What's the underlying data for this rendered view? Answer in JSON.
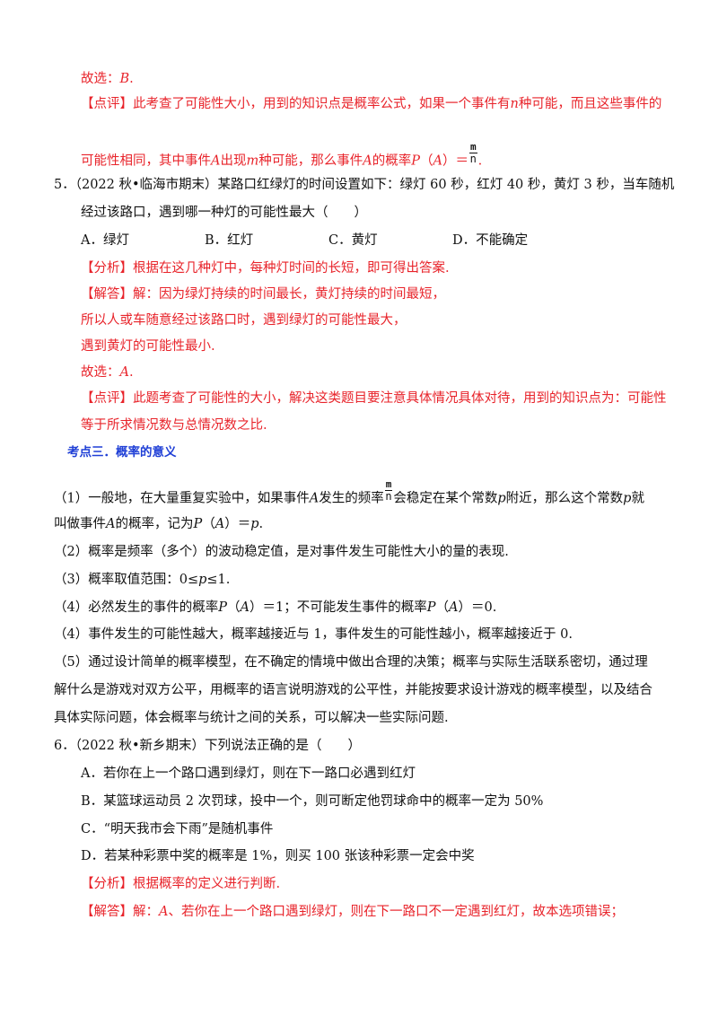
{
  "q4": {
    "answer_prefix": "故选：",
    "answer_letter": "B",
    "answer_end": ".",
    "comment_tag": "【点评】",
    "comment_l1_a": "此考查了可能性大小，用到的知识点是概率公式，如果一个事件有",
    "comment_l1_n": "n",
    "comment_l1_b": "种可能，而且这些事件的",
    "comment_l2_a": "可能性相同，其中事件",
    "comment_l2_A1": "A",
    "comment_l2_b": "出现",
    "comment_l2_m": "m",
    "comment_l2_c": "种可能，那么事件",
    "comment_l2_A2": "A",
    "comment_l2_d": "的概率",
    "comment_l2_P": "P",
    "comment_l2_e": "（",
    "comment_l2_A3": "A",
    "comment_l2_f": "）＝",
    "frac_num": "m",
    "frac_den": "n",
    "comment_l2_end": "."
  },
  "q5": {
    "l1": "5．（2022 秋•临海市期末）某路口红绿灯的时间设置如下：绿灯 60 秒，红灯 40 秒，黄灯 3 秒，当车随机",
    "l2": "经过该路口，遇到哪一种灯的可能性最大（　　）",
    "options": [
      "A．绿灯",
      "B．红灯",
      "C．黄灯",
      "D．不能确定"
    ],
    "analysis_tag": "【分析】",
    "analysis": "根据在这几种灯中，每种灯时间的长短，即可得出答案.",
    "solution_tag": "【解答】",
    "solution_l1": "解：因为绿灯持续的时间最长，黄灯持续的时间最短，",
    "solution_l2": "所以人或车随意经过该路口时，遇到绿灯的可能性最大，",
    "solution_l3": "遇到黄灯的可能性最小.",
    "answer_prefix": "故选：",
    "answer_letter": "A",
    "answer_end": ".",
    "comment_tag": "【点评】",
    "comment_l1": "此题考查了可能性的大小，解决这类题目要注意具体情况具体对待，用到的知识点为：可能性",
    "comment_l2": "等于所求情况数与总情况数之比."
  },
  "section": {
    "title": "考点三．概率的意义",
    "p1_l1_a": "（1）一般地，在大量重复实验中，如果事件",
    "p1_l1_A": "A",
    "p1_l1_b": "发生的频率",
    "frac_num": "m",
    "frac_den": "n",
    "p1_l1_c": "会稳定在某个常数",
    "p1_l1_p1": "p",
    "p1_l1_d": "附近，那么这个常数",
    "p1_l1_p2": "p",
    "p1_l1_e": "就",
    "p1_l2_a": "叫做事件",
    "p1_l2_A": "A",
    "p1_l2_b": "的概率，记为",
    "p1_l2_P": "P",
    "p1_l2_c": "（",
    "p1_l2_A2": "A",
    "p1_l2_d": "）＝",
    "p1_l2_p": "p",
    "p1_l2_end": ".",
    "p2": "（2）概率是频率（多个）的波动稳定值，是对事件发生可能性大小的量的表现.",
    "p3_a": "（3）概率取值范围：0≤",
    "p3_p": "p",
    "p3_b": "≤1.",
    "p4_a": "（4）必然发生的事件的概率",
    "p4_P1": "P",
    "p4_b": "（",
    "p4_A1": "A",
    "p4_c": "）＝1；不可能发生事件的概率",
    "p4_P2": "P",
    "p4_d": "（",
    "p4_A2": "A",
    "p4_e": "）＝0.",
    "p5": "（4）事件发生的可能性越大，概率越接近与 1，事件发生的可能性越小，概率越接近于 0.",
    "p6_l1": "（5）通过设计简单的概率模型，在不确定的情境中做出合理的决策；概率与实际生活联系密切，通过理",
    "p6_l2": "解什么是游戏对双方公平，用概率的语言说明游戏的公平性，并能按要求设计游戏的概率模型，以及结合",
    "p6_l3": "具体实际问题，体会概率与统计之间的关系，可以解决一些实际问题."
  },
  "q6": {
    "l1": "6．（2022 秋•新乡期末）下列说法正确的是（　　）",
    "optA": "A．若你在上一个路口遇到绿灯，则在下一路口必遇到红灯",
    "optB": "B．某篮球运动员 2 次罚球，投中一个，则可断定他罚球命中的概率一定为 50%",
    "optC": "C．“明天我市会下雨”是随机事件",
    "optD": "D．若某种彩票中奖的概率是 1%，则买 100 张该种彩票一定会中奖",
    "analysis_tag": "【分析】",
    "analysis": "根据概率的定义进行判断.",
    "solution_tag": "【解答】",
    "solution_a": "解：",
    "solution_A": "A",
    "solution_b": "、若你在上一个路口遇到绿灯，则在下一路口不一定遇到红灯，故本选项错误；"
  }
}
